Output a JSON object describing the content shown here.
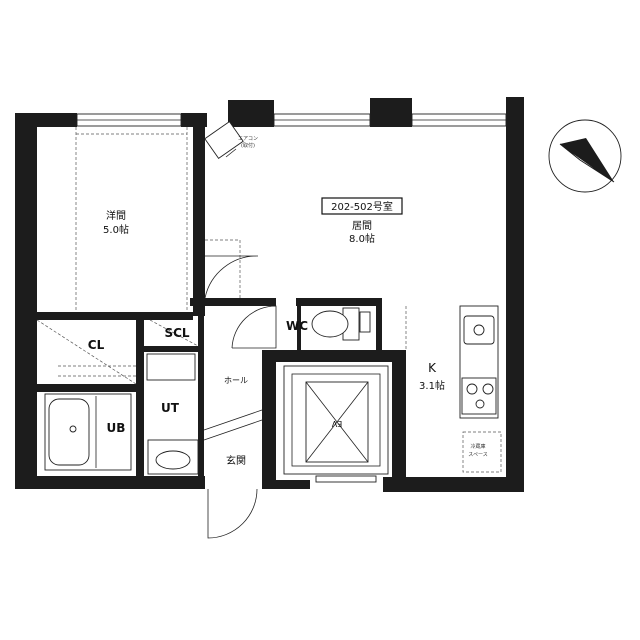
{
  "unit_badge": "202-502号室",
  "rooms": {
    "western_room": {
      "name": "洋間",
      "size": "5.0帖"
    },
    "living_room": {
      "name": "居間",
      "size": "8.0帖"
    },
    "kitchen": {
      "name": "K",
      "size": "3.1帖"
    },
    "closet": "CL",
    "shoe_closet": "SCL",
    "toilet": "WC",
    "utility": "UT",
    "bathroom": "UB",
    "hall": "ホール",
    "entrance": "玄関",
    "elevator": "EV"
  },
  "fixtures": {
    "aircon_label": "エアコン",
    "aircon_sub": "(取付)",
    "fridge_label": "冷蔵庫",
    "fridge_sub": "スペース"
  }
}
